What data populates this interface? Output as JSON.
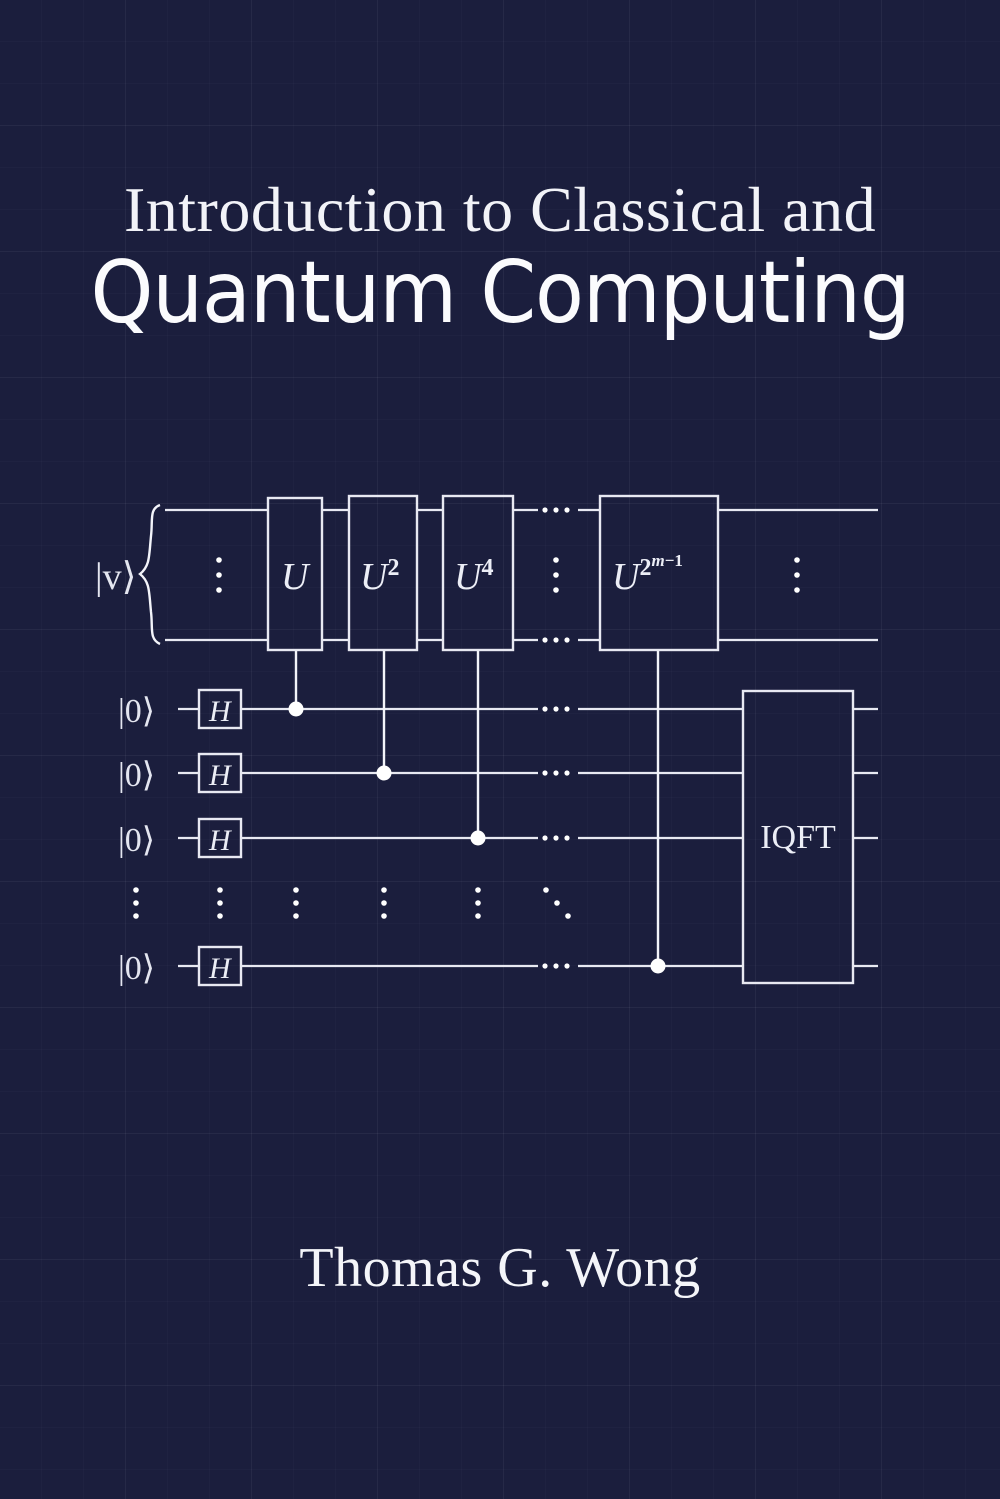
{
  "cover": {
    "background_color": "#1b1e3d",
    "grid_line_color": "#262a4d",
    "ink_color": "#eceef6"
  },
  "title": {
    "line1": "Introduction to Classical and",
    "line2": "Quantum Computing"
  },
  "author": {
    "name": "Thomas G. Wong"
  },
  "circuit": {
    "caption_top_register": "|v⟩",
    "brace": "{",
    "top_register_vdots_left": "⋮",
    "top_register_vdots_mid": "⋮",
    "top_register_vdots_right": "⋮",
    "unitary_gates": [
      {
        "label": "U",
        "exponent": ""
      },
      {
        "label": "U",
        "exponent": "2"
      },
      {
        "label": "U",
        "exponent": "4"
      },
      {
        "label": "U",
        "exponent": "2^{m-1}"
      }
    ],
    "unitary_gate_texts": [
      "U",
      "U2",
      "U4",
      "U2m−1"
    ],
    "qubit_rows": [
      {
        "ket": "|0⟩",
        "gate": "H"
      },
      {
        "ket": "|0⟩",
        "gate": "H"
      },
      {
        "ket": "|0⟩",
        "gate": "H"
      },
      {
        "ket": "|0⟩",
        "gate": "H"
      }
    ],
    "row_vdots": [
      "⋮",
      "⋮",
      "⋮",
      "⋮",
      "⋮",
      "⋮"
    ],
    "diagonal_dots": "⋱",
    "horizontal_ellipsis": "· · ·",
    "final_gate": "IQFT",
    "control_count": 4
  }
}
